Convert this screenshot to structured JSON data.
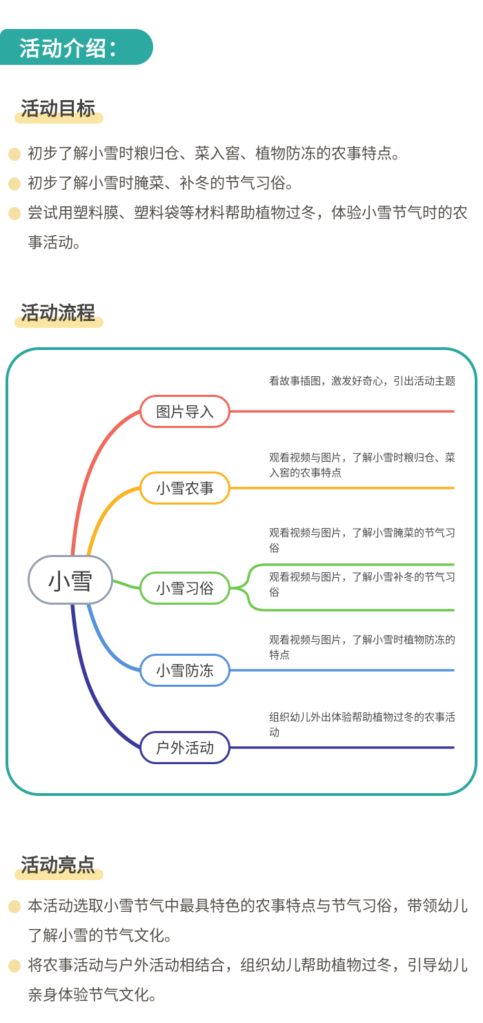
{
  "page": {
    "title_badge": "活动介绍："
  },
  "sections": {
    "goals": {
      "heading": "活动目标",
      "bullets": [
        "初步了解小雪时粮归仓、菜入窖、植物防冻的农事特点。",
        "初步了解小雪时腌菜、补冬的节气习俗。",
        "尝试用塑料膜、塑料袋等材料帮助植物过冬，体验小雪节气时的农事活动。"
      ]
    },
    "flow": {
      "heading": "活动流程"
    },
    "highlights": {
      "heading": "活动亮点",
      "bullets": [
        "本活动选取小雪节气中最具特色的农事特点与节气习俗，带领幼儿了解小雪的节气文化。",
        "将农事活动与户外活动相结合，组织幼儿帮助植物过冬，引导幼儿亲身体验节气文化。"
      ]
    }
  },
  "mindmap": {
    "root": "小雪",
    "branches": [
      {
        "label": "图片导入",
        "color": "#f2685c",
        "desc": "看故事插图，激发好奇心，引出活动主题"
      },
      {
        "label": "小雪农事",
        "color": "#fbb320",
        "desc": "观看视频与图片，了解小雪时粮归仓、菜入窖的农事特点"
      },
      {
        "label": "小雪习俗",
        "color": "#6ec94e",
        "desc": "观看视频与图片，了解小雪腌菜的节气习俗",
        "desc2": "观看视频与图片，了解小雪补冬的节气习俗"
      },
      {
        "label": "小雪防冻",
        "color": "#5693db",
        "desc": "观看视频与图片，了解小雪时植物防冻的特点"
      },
      {
        "label": "户外活动",
        "color": "#3a3a9e",
        "desc": "组织幼儿外出体验帮助植物过冬的农事活动"
      }
    ]
  },
  "colors": {
    "badge_teal": "#2ca9a0",
    "container_border_teal": "#2aa79e",
    "heading_highlight_yellow": "#fbe5a3",
    "bullet_dot_yellow": "#f6dfa2",
    "root_node_border": "#93a0b2",
    "body_text": "#545048"
  }
}
